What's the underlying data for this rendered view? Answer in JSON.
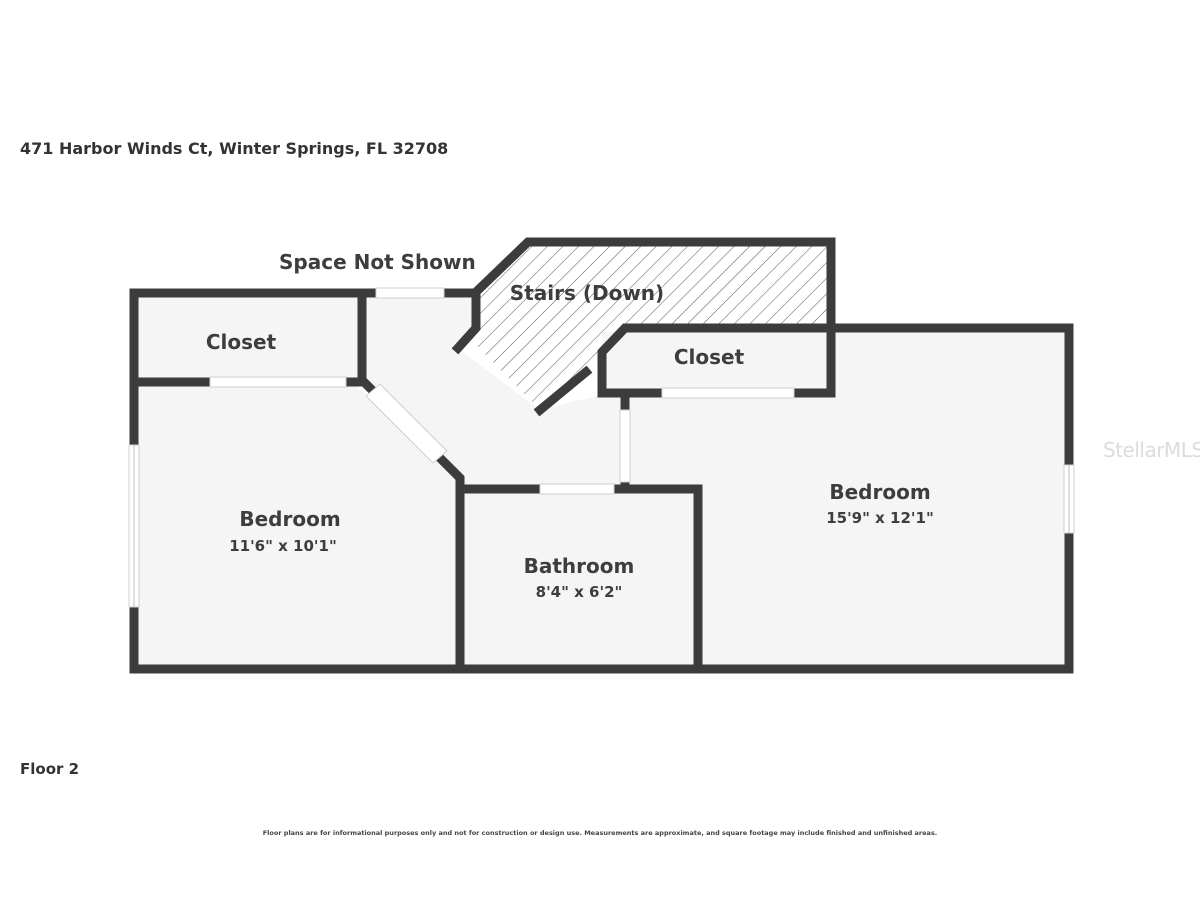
{
  "address": "471 Harbor Winds Ct, Winter Springs, FL 32708",
  "floor_label": "Floor 2",
  "disclaimer": "Floor plans are for informational purposes only and not for construction or design use. Measurements are approximate, and square footage may include finished and unfinished areas.",
  "watermark": "StellarMLS",
  "space_not_shown": "Space Not Shown",
  "rooms": [
    {
      "name": "Closet",
      "dims": ""
    },
    {
      "name": "Bedroom",
      "dims": "11'6\" x 10'1\""
    },
    {
      "name": "Stairs (Down)",
      "dims": ""
    },
    {
      "name": "Closet",
      "dims": ""
    },
    {
      "name": "Bathroom",
      "dims": "8'4\" x 6'2\""
    },
    {
      "name": "Bedroom",
      "dims": "15'9\" x 12'1\""
    }
  ],
  "colors": {
    "wall": "#3c3c3c",
    "floor_fill": "#f5f5f5",
    "stairs_hatch": "#555555",
    "text": "#3d3d3d"
  }
}
